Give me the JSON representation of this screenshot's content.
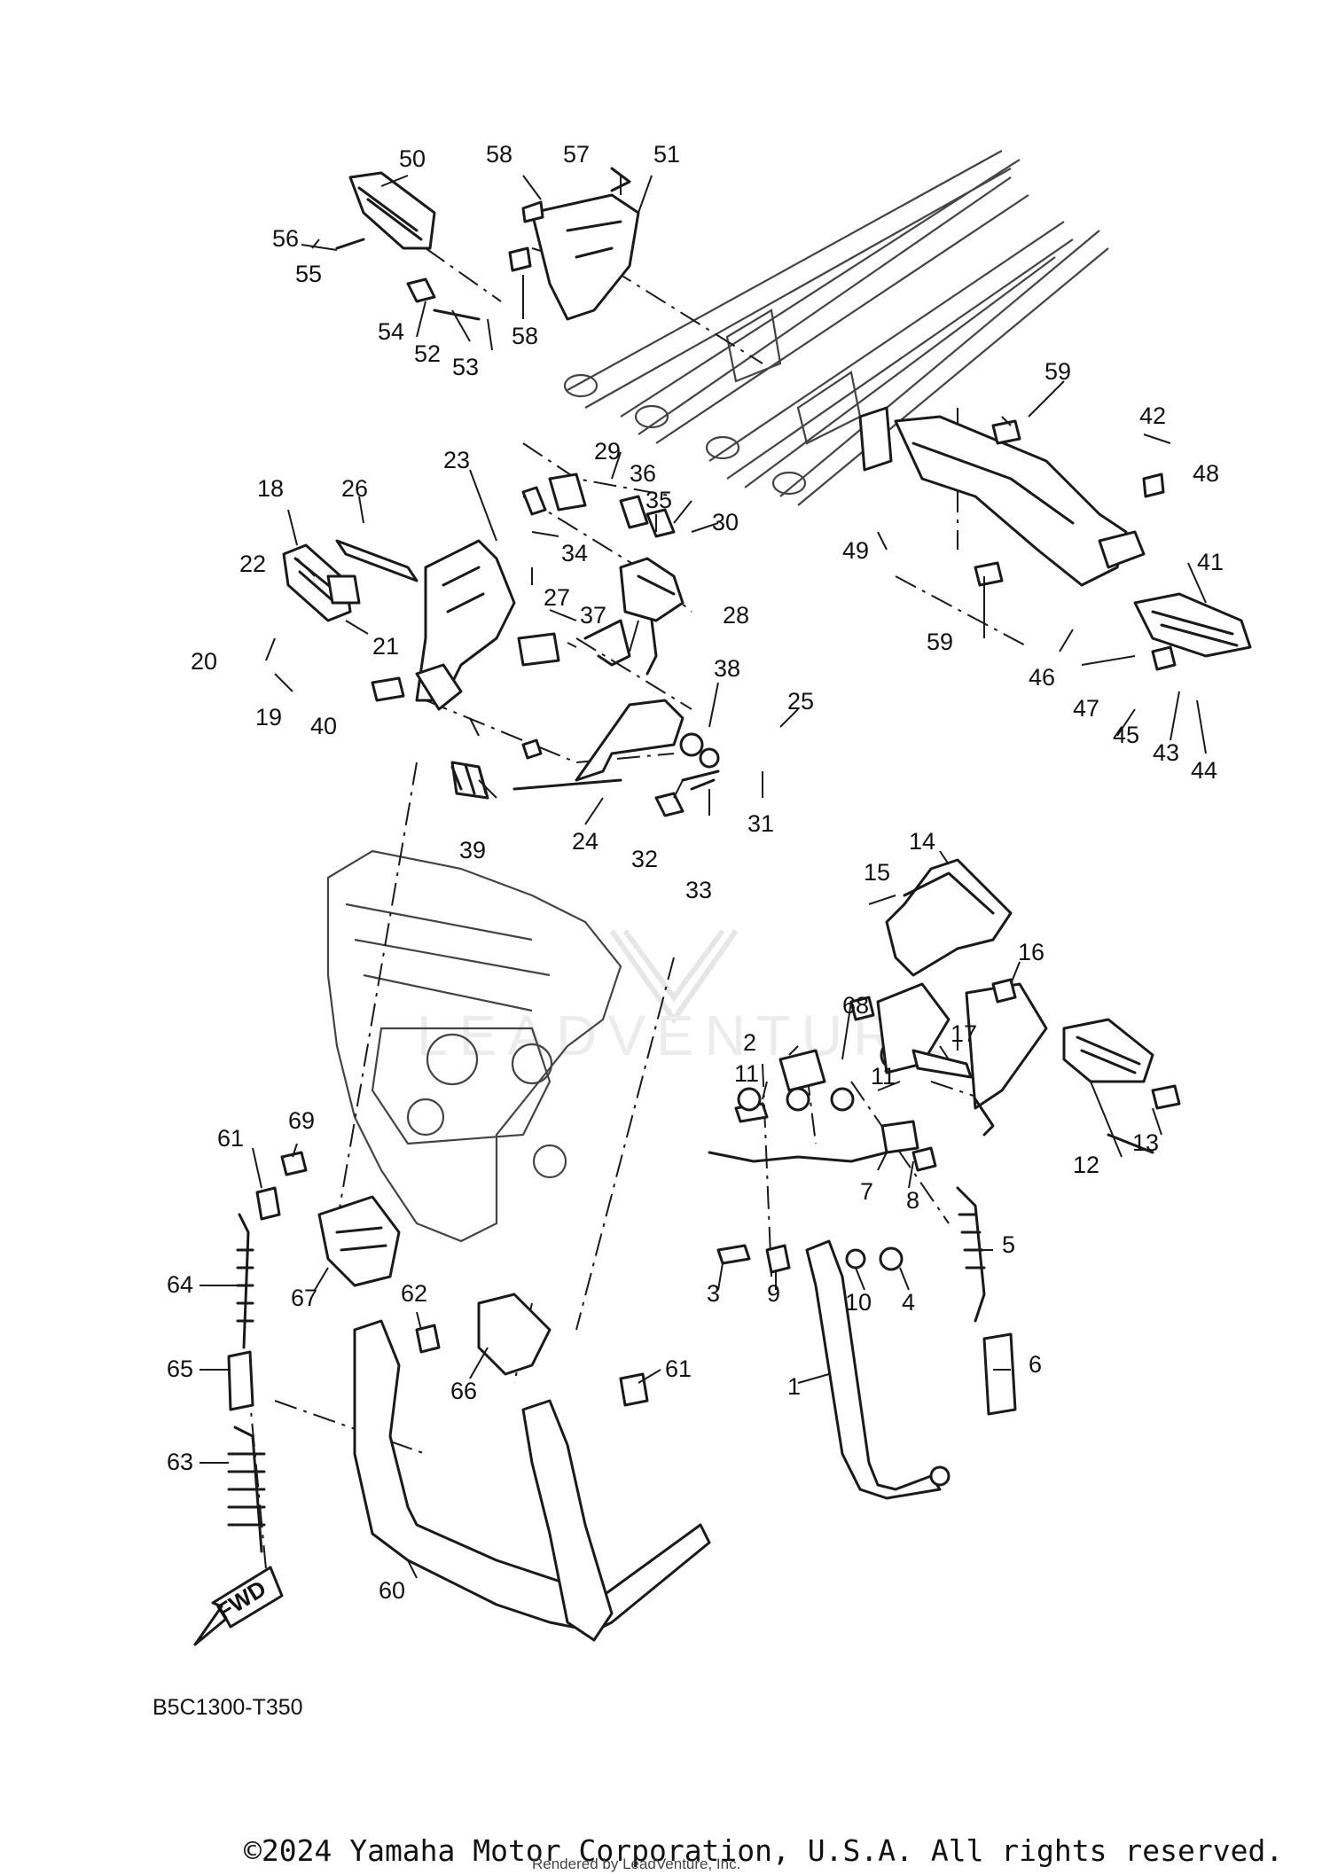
{
  "diagram": {
    "callouts": [
      "1",
      "2",
      "3",
      "4",
      "5",
      "6",
      "7",
      "8",
      "9",
      "10",
      "11",
      "11",
      "12",
      "13",
      "14",
      "15",
      "16",
      "17",
      "18",
      "19",
      "20",
      "21",
      "22",
      "23",
      "24",
      "25",
      "26",
      "27",
      "28",
      "29",
      "30",
      "31",
      "32",
      "33",
      "34",
      "35",
      "36",
      "37",
      "38",
      "39",
      "40",
      "41",
      "42",
      "43",
      "44",
      "45",
      "46",
      "47",
      "48",
      "49",
      "50",
      "51",
      "52",
      "53",
      "54",
      "55",
      "56",
      "57",
      "58",
      "58",
      "59",
      "59",
      "60",
      "61",
      "61",
      "62",
      "63",
      "64",
      "65",
      "66",
      "67",
      "68",
      "69"
    ],
    "fwd_label": "FWD",
    "drawing_code": "B5C1300-T350"
  },
  "footer": {
    "copyright": "©2024 Yamaha Motor Corporation, U.S.A. All rights reserved.",
    "rendered_by": "Rendered by LeadVenture, Inc."
  }
}
